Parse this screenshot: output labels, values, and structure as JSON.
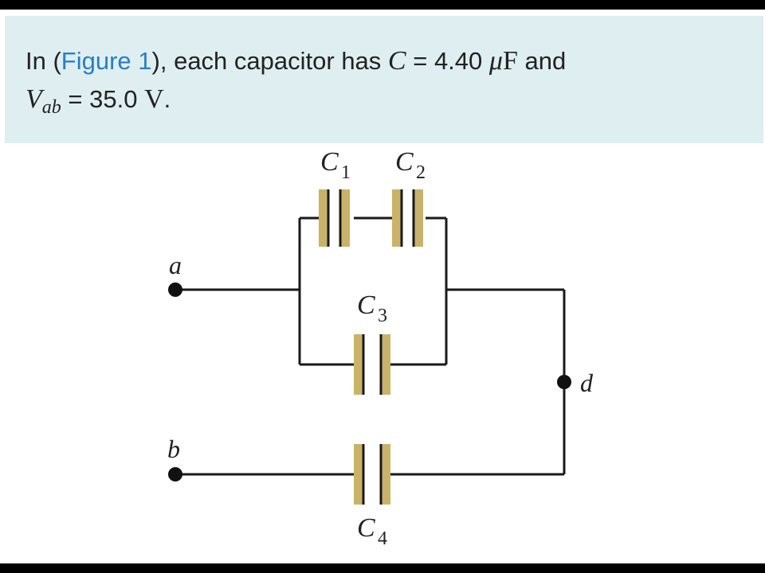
{
  "prompt": {
    "intro": "In (",
    "figure_link": "Figure 1",
    "each_text": "), each capacitor has ",
    "c_symbol": "C",
    "c_value": " = 4.40 ",
    "c_unit_mu": "μ",
    "c_unit_f": "F",
    "and_text": " and",
    "v_symbol": "V",
    "v_sub": "ab",
    "v_value": " = 35.0 ",
    "v_unit": "V",
    "period": "."
  },
  "circuit": {
    "nodes": {
      "a": "a",
      "b": "b",
      "d": "d"
    },
    "capacitors": [
      {
        "letter": "C",
        "sub": "1"
      },
      {
        "letter": "C",
        "sub": "2"
      },
      {
        "letter": "C",
        "sub": "3"
      },
      {
        "letter": "C",
        "sub": "4"
      }
    ],
    "colors": {
      "wire": "#1a1a1a",
      "plate": "#c9b36a",
      "node": "#111111",
      "prompt_bg": "#dfeef1",
      "link": "#2a7fbf"
    }
  }
}
